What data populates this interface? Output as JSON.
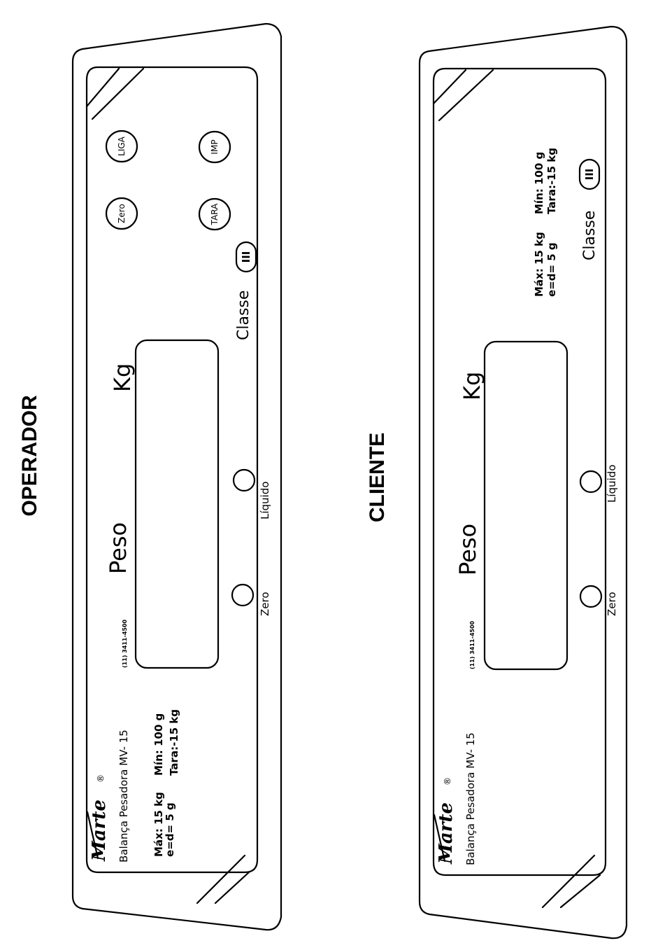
{
  "operador": {
    "heading": "OPERADOR",
    "brand": "Marte",
    "brand_mark": "®",
    "model": "Balança Pesadora MV- 15",
    "phone": "(11) 3411-4500",
    "spec_max": "Máx: 15 kg",
    "spec_e": "e=d= 5 g",
    "spec_min": "Mín: 100 g",
    "spec_tara": "Tara:-15 kg",
    "label_peso": "Peso",
    "label_kg": "Kg",
    "led_zero": "Zero",
    "led_liquido": "Líquido",
    "class_label": "Classe",
    "class_value": "III",
    "btn_liga": "LIGA",
    "btn_zero": "Zero",
    "btn_imp": "IMP",
    "btn_tara": "TARA"
  },
  "cliente": {
    "heading": "CLIENTE",
    "brand": "Marte",
    "brand_mark": "®",
    "model": "Balança Pesadora MV- 15",
    "phone": "(11) 3411-4500",
    "spec_max": "Máx: 15 kg",
    "spec_e": "e=d= 5 g",
    "spec_min": "Mín: 100 g",
    "spec_tara": "Tara:-15 kg",
    "label_peso": "Peso",
    "label_kg": "Kg",
    "led_zero": "Zero",
    "led_liquido": "Líquido",
    "class_label": "Classe",
    "class_value": "III"
  }
}
